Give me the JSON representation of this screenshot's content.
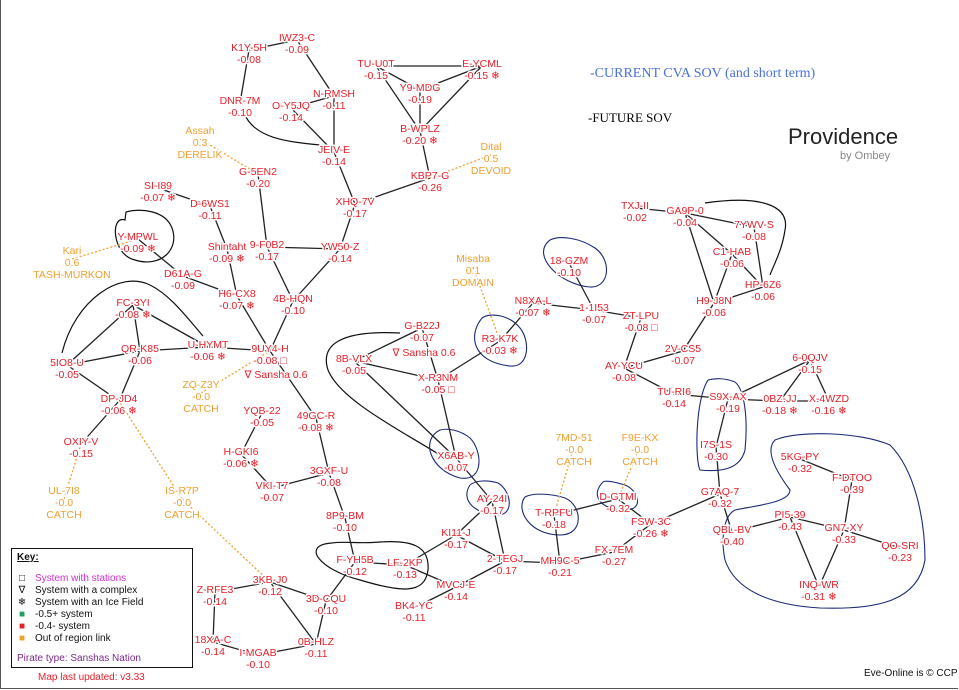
{
  "title": "Providence",
  "subtitle": "by Ombey",
  "annotations": {
    "current": "-CURRENT CVA SOV (and short term)",
    "future": "-FUTURE SOV"
  },
  "colors": {
    "system": "#e8202a",
    "out_of_region": "#f0a030",
    "stations": "#d030d0",
    "good": "#20a060",
    "blue_ink": "#1c2a78",
    "current_text": "#4a72d8"
  },
  "key": {
    "title": "Key:",
    "items": [
      {
        "icon": "station-icon",
        "glyph": "□",
        "label": "System with stations"
      },
      {
        "icon": "complex-icon",
        "glyph": "∇",
        "label": "System with a complex"
      },
      {
        "icon": "ice-icon",
        "glyph": "❄",
        "label": "System with an Ice Field"
      },
      {
        "icon": "green-square-icon",
        "glyph": "■",
        "label": "-0.5+ system"
      },
      {
        "icon": "red-square-icon",
        "glyph": "■",
        "label": "-0.4- system"
      },
      {
        "icon": "orange-square-icon",
        "glyph": "■",
        "label": "Out of region link"
      }
    ],
    "pirate": "Pirate type: Sanshas Nation"
  },
  "updated": "Map last updated: v3.33",
  "copyright": "Eve-Online is © CCP",
  "complexes": [
    "∇ Sansha 0.6",
    "∇ Sansha 0.6"
  ],
  "nodes": [
    {
      "name": "K1Y-5H",
      "sec": "-0.08"
    },
    {
      "name": "IWZ3-C",
      "sec": "-0.09"
    },
    {
      "name": "DNR-7M",
      "sec": "-0.10"
    },
    {
      "name": "O-Y5JQ",
      "sec": "-0.14"
    },
    {
      "name": "N-RMSH",
      "sec": "-0.11"
    },
    {
      "name": "JEIV-E",
      "sec": "-0.14"
    },
    {
      "name": "TU-U0T",
      "sec": "-0.15"
    },
    {
      "name": "Y9-MDG",
      "sec": "-0.19"
    },
    {
      "name": "E-YCML",
      "sec": "-0.15 ❄"
    },
    {
      "name": "B-WPLZ",
      "sec": "-0.20 ❄"
    },
    {
      "name": "KBP7-G",
      "sec": "-0.26"
    },
    {
      "name": "XHQ-7V",
      "sec": "-0.17"
    },
    {
      "name": "G-5EN2",
      "sec": "-0.20"
    },
    {
      "name": "9-F0B2",
      "sec": "-0.17"
    },
    {
      "name": "YW50-Z",
      "sec": "-0.14"
    },
    {
      "name": "4B-HQN",
      "sec": "-0.10"
    },
    {
      "name": "SI-I89",
      "sec": "-0.07 ❄"
    },
    {
      "name": "D-6WS1",
      "sec": "-0.11"
    },
    {
      "name": "Shintaht",
      "sec": "-0.09 ❄"
    },
    {
      "name": "Y-MPWL",
      "sec": "-0.09 ❄"
    },
    {
      "name": "D61A-G",
      "sec": "-0.09"
    },
    {
      "name": "H6-CX8",
      "sec": "-0.07 ❄"
    },
    {
      "name": "FC-3YI",
      "sec": "-0.08 ❄"
    },
    {
      "name": "QR-K85",
      "sec": "-0.06"
    },
    {
      "name": "U-HYMT",
      "sec": "-0.06 ❄"
    },
    {
      "name": "5IO8-U",
      "sec": "-0.05"
    },
    {
      "name": "9UY4-H",
      "sec": "-0.08 □"
    },
    {
      "name": "DP-JD4",
      "sec": "-0.06 ❄"
    },
    {
      "name": "OXIY-V",
      "sec": "-0.15"
    },
    {
      "name": "G-B22J",
      "sec": "-0.07"
    },
    {
      "name": "8B-VLX",
      "sec": "-0.05"
    },
    {
      "name": "X-R3NM",
      "sec": "-0.05 □"
    },
    {
      "name": "R3-K7K",
      "sec": "-0.03 ❄"
    },
    {
      "name": "N8XA-L",
      "sec": "-0.07 ❄"
    },
    {
      "name": "18-GZM",
      "sec": "-0.10"
    },
    {
      "name": "1-1I53",
      "sec": "-0.07"
    },
    {
      "name": "ZT-LPU",
      "sec": "-0.08 □"
    },
    {
      "name": "AY-YCU",
      "sec": "-0.08"
    },
    {
      "name": "2V-CS5",
      "sec": "-0.07"
    },
    {
      "name": "TU-RI6",
      "sec": "-0.14"
    },
    {
      "name": "TXJ-II",
      "sec": "-0.02"
    },
    {
      "name": "GA9P-0",
      "sec": "-0.04"
    },
    {
      "name": "7YWV-S",
      "sec": "-0.08"
    },
    {
      "name": "C1-HAB",
      "sec": "-0.06"
    },
    {
      "name": "HP-6Z6",
      "sec": "-0.06"
    },
    {
      "name": "H9-J8N",
      "sec": "-0.06"
    },
    {
      "name": "6-0QJV",
      "sec": "-0.15"
    },
    {
      "name": "S9X-AX",
      "sec": "-0.19"
    },
    {
      "name": "0BZ-JJ",
      "sec": "-0.18 ❄"
    },
    {
      "name": "X-4WZD",
      "sec": "-0.16 ❄"
    },
    {
      "name": "I7S-1S",
      "sec": "-0.30"
    },
    {
      "name": "G7AQ-7",
      "sec": "-0.32"
    },
    {
      "name": "5KG-PY",
      "sec": "-0.32"
    },
    {
      "name": "F-DTOO",
      "sec": "-0.39"
    },
    {
      "name": "PI5-39",
      "sec": "-0.43"
    },
    {
      "name": "GN7-XY",
      "sec": "-0.33"
    },
    {
      "name": "QO-SRI",
      "sec": "-0.23"
    },
    {
      "name": "QBL-BV",
      "sec": "-0.40"
    },
    {
      "name": "INQ-WR",
      "sec": "-0.31 ❄"
    },
    {
      "name": "FSW-3C",
      "sec": "-0.26 ❄"
    },
    {
      "name": "D-GTMI",
      "sec": "-0.32"
    },
    {
      "name": "T-RPFU",
      "sec": "-0.18"
    },
    {
      "name": "FX-7EM",
      "sec": "-0.27"
    },
    {
      "name": "MH9C-5",
      "sec": "-0.21"
    },
    {
      "name": "X6AB-Y",
      "sec": "-0.07"
    },
    {
      "name": "AY-24I",
      "sec": "-0.17"
    },
    {
      "name": "KI11-J",
      "sec": "-0.17"
    },
    {
      "name": "2-TEGJ",
      "sec": "-0.17"
    },
    {
      "name": "MVCJ-E",
      "sec": "-0.14"
    },
    {
      "name": "BK4-YC",
      "sec": "-0.11"
    },
    {
      "name": "LF-2KP",
      "sec": "-0.13"
    },
    {
      "name": "F-YH5B",
      "sec": "-0.12"
    },
    {
      "name": "49GC-R",
      "sec": "-0.08 ❄"
    },
    {
      "name": "YQB-22",
      "sec": "-0.05"
    },
    {
      "name": "H-GKI6",
      "sec": "-0.06 ❄"
    },
    {
      "name": "VKI-T7",
      "sec": "-0.07"
    },
    {
      "name": "3GXF-U",
      "sec": "-0.08"
    },
    {
      "name": "8P9-BM",
      "sec": "-0.10"
    },
    {
      "name": "3KB-J0",
      "sec": "-0.12"
    },
    {
      "name": "Z-RFE3",
      "sec": "-0.14"
    },
    {
      "name": "3D-CQU",
      "sec": "-0.10"
    },
    {
      "name": "18XA-C",
      "sec": "-0.14"
    },
    {
      "name": "I-MGAB",
      "sec": "-0.10"
    },
    {
      "name": "0B-HLZ",
      "sec": "-0.11"
    }
  ],
  "external": [
    {
      "name": "Assah",
      "sec": "0.3",
      "region": "DERELIK",
      "link": "G-5EN2"
    },
    {
      "name": "Kari",
      "sec": "0.6",
      "region": "TASH-MURKON",
      "link": "Y-MPWL"
    },
    {
      "name": "Dital",
      "sec": "0.5",
      "region": "DEVOID",
      "link": "KBP7-G"
    },
    {
      "name": "Misaba",
      "sec": "0.1",
      "region": "DOMAIN",
      "link": "R3-K7K"
    },
    {
      "name": "ZQ-Z3Y",
      "sec": "-0.0",
      "region": "CATCH",
      "link": "9UY4-H"
    },
    {
      "name": "UL-7I8",
      "sec": "-0.0",
      "region": "CATCH",
      "link": "OXIY-V"
    },
    {
      "name": "IS-R7P",
      "sec": "-0.0",
      "region": "CATCH",
      "link": "DP-JD4"
    },
    {
      "name": "7MD-51",
      "sec": "-0.0",
      "region": "CATCH",
      "link": "T-RPFU"
    },
    {
      "name": "F9E-KX",
      "sec": "-0.0",
      "region": "CATCH",
      "link": "D-GTMI"
    }
  ],
  "edges": [
    [
      "K1Y-5H",
      "IWZ3-C"
    ],
    [
      "IWZ3-C",
      "N-RMSH"
    ],
    [
      "K1Y-5H",
      "DNR-7M"
    ],
    [
      "O-Y5JQ",
      "N-RMSH"
    ],
    [
      "O-Y5JQ",
      "JEIV-E"
    ],
    [
      "N-RMSH",
      "JEIV-E"
    ],
    [
      "JEIV-E",
      "XHQ-7V"
    ],
    [
      "TU-U0T",
      "E-YCML"
    ],
    [
      "TU-U0T",
      "Y9-MDG"
    ],
    [
      "TU-U0T",
      "B-WPLZ"
    ],
    [
      "Y9-MDG",
      "E-YCML"
    ],
    [
      "Y9-MDG",
      "B-WPLZ"
    ],
    [
      "E-YCML",
      "B-WPLZ"
    ],
    [
      "B-WPLZ",
      "KBP7-G"
    ],
    [
      "KBP7-G",
      "XHQ-7V"
    ],
    [
      "XHQ-7V",
      "YW50-Z"
    ],
    [
      "G-5EN2",
      "9-F0B2"
    ],
    [
      "9-F0B2",
      "YW50-Z"
    ],
    [
      "9-F0B2",
      "4B-HQN"
    ],
    [
      "YW50-Z",
      "4B-HQN"
    ],
    [
      "4B-HQN",
      "9UY4-H"
    ],
    [
      "SI-I89",
      "D-6WS1"
    ],
    [
      "D-6WS1",
      "Shintaht"
    ],
    [
      "Shintaht",
      "H6-CX8"
    ],
    [
      "Y-MPWL",
      "D61A-G"
    ],
    [
      "D61A-G",
      "H6-CX8"
    ],
    [
      "H6-CX8",
      "9UY4-H"
    ],
    [
      "FC-3YI",
      "QR-K85"
    ],
    [
      "FC-3YI",
      "U-HYMT"
    ],
    [
      "FC-3YI",
      "5IO8-U"
    ],
    [
      "5IO8-U",
      "QR-K85"
    ],
    [
      "QR-K85",
      "U-HYMT"
    ],
    [
      "U-HYMT",
      "9UY4-H"
    ],
    [
      "QR-K85",
      "DP-JD4"
    ],
    [
      "5IO8-U",
      "DP-JD4"
    ],
    [
      "DP-JD4",
      "OXIY-V"
    ],
    [
      "9UY4-H",
      "49GC-R"
    ],
    [
      "49GC-R",
      "3GXF-U"
    ],
    [
      "YQB-22",
      "H-GKI6"
    ],
    [
      "H-GKI6",
      "VKI-T7"
    ],
    [
      "VKI-T7",
      "3GXF-U"
    ],
    [
      "3GXF-U",
      "8P9-BM"
    ],
    [
      "8P9-BM",
      "F-YH5B"
    ],
    [
      "F-YH5B",
      "LF-2KP"
    ],
    [
      "F-YH5B",
      "3D-CQU"
    ],
    [
      "LF-2KP",
      "KI11-J"
    ],
    [
      "LF-2KP",
      "MVCJ-E"
    ],
    [
      "MVCJ-E",
      "BK4-YC"
    ],
    [
      "MVCJ-E",
      "2-TEGJ"
    ],
    [
      "KI11-J",
      "2-TEGJ"
    ],
    [
      "KI11-J",
      "AY-24I"
    ],
    [
      "AY-24I",
      "2-TEGJ"
    ],
    [
      "X6AB-Y",
      "AY-24I"
    ],
    [
      "X-R3NM",
      "X6AB-Y"
    ],
    [
      "8B-VLX",
      "X6AB-Y"
    ],
    [
      "8B-VLX",
      "X-R3NM"
    ],
    [
      "8B-VLX",
      "G-B22J"
    ],
    [
      "G-B22J",
      "X-R3NM"
    ],
    [
      "X-R3NM",
      "R3-K7K"
    ],
    [
      "R3-K7K",
      "N8XA-L"
    ],
    [
      "N8XA-L",
      "1-1I53"
    ],
    [
      "18-GZM",
      "1-1I53"
    ],
    [
      "1-1I53",
      "ZT-LPU"
    ],
    [
      "ZT-LPU",
      "AY-YCU"
    ],
    [
      "AY-YCU",
      "2V-CS5"
    ],
    [
      "2V-CS5",
      "H9-J8N"
    ],
    [
      "AY-YCU",
      "TU-RI6"
    ],
    [
      "TU-RI6",
      "S9X-AX"
    ],
    [
      "TXJ-II",
      "GA9P-0"
    ],
    [
      "GA9P-0",
      "7YWV-S"
    ],
    [
      "GA9P-0",
      "C1-HAB"
    ],
    [
      "GA9P-0",
      "H9-J8N"
    ],
    [
      "C1-HAB",
      "HP-6Z6"
    ],
    [
      "C1-HAB",
      "H9-J8N"
    ],
    [
      "7YWV-S",
      "HP-6Z6"
    ],
    [
      "H9-J8N",
      "HP-6Z6"
    ],
    [
      "6-0QJV",
      "S9X-AX"
    ],
    [
      "6-0QJV",
      "0BZ-JJ"
    ],
    [
      "6-0QJV",
      "X-4WZD"
    ],
    [
      "S9X-AX",
      "0BZ-JJ"
    ],
    [
      "0BZ-JJ",
      "X-4WZD"
    ],
    [
      "S9X-AX",
      "I7S-1S"
    ],
    [
      "I7S-1S",
      "G7AQ-7"
    ],
    [
      "G7AQ-7",
      "FSW-3C"
    ],
    [
      "G7AQ-7",
      "QBL-BV"
    ],
    [
      "5KG-PY",
      "F-DTOO"
    ],
    [
      "F-DTOO",
      "GN7-XY"
    ],
    [
      "PI5-39",
      "GN7-XY"
    ],
    [
      "QBL-BV",
      "PI5-39"
    ],
    [
      "PI5-39",
      "INQ-WR"
    ],
    [
      "GN7-XY",
      "INQ-WR"
    ],
    [
      "GN7-XY",
      "QO-SRI"
    ],
    [
      "FSW-3C",
      "D-GTMI"
    ],
    [
      "FSW-3C",
      "FX-7EM"
    ],
    [
      "D-GTMI",
      "T-RPFU"
    ],
    [
      "T-RPFU",
      "MH9C-5"
    ],
    [
      "MH9C-5",
      "FX-7EM"
    ],
    [
      "2-TEGJ",
      "MH9C-5"
    ],
    [
      "3KB-J0",
      "Z-RFE3"
    ],
    [
      "3KB-J0",
      "3D-CQU"
    ],
    [
      "3KB-J0",
      "0B-HLZ"
    ],
    [
      "3D-CQU",
      "0B-HLZ"
    ],
    [
      "Z-RFE3",
      "18XA-C"
    ],
    [
      "18XA-C",
      "I-MGAB"
    ],
    [
      "I-MGAB",
      "0B-HLZ"
    ]
  ],
  "extra_links": [
    [
      "IS-R7P",
      "3KB-J0"
    ]
  ]
}
